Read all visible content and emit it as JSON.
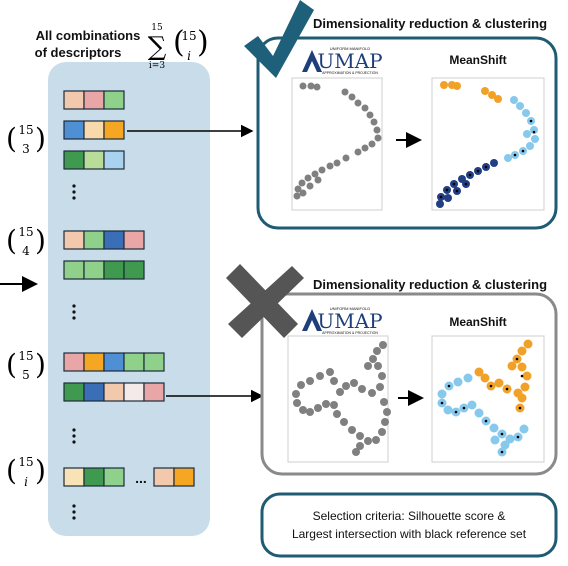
{
  "header": {
    "line1": "All combinations",
    "line2": "of descriptors",
    "sum_upper": "15",
    "sum_lower": "i=3",
    "sum_symbol": "∑",
    "binom_top": "15",
    "binom_bottom": "i"
  },
  "groups": [
    {
      "binom_top": "15",
      "binom_bottom": "3",
      "rows": [
        [
          "#f3c9ad",
          "#e8a6a6",
          "#8fd08b"
        ],
        [
          "#4f8fd3",
          "#f8d9ab",
          "#f5a623"
        ],
        [
          "#3f9a4f",
          "#b9dd99",
          "#a9d2ef"
        ]
      ]
    },
    {
      "binom_top": "15",
      "binom_bottom": "4",
      "rows": [
        [
          "#f3c9ad",
          "#8fd08b",
          "#3a6fb8",
          "#e8a6a6"
        ],
        [
          "#8fd08b",
          "#8fd08b",
          "#3f9a4f",
          "#3f9a4f"
        ]
      ]
    },
    {
      "binom_top": "15",
      "binom_bottom": "5",
      "rows": [
        [
          "#e8a6a6",
          "#f5a623",
          "#4f8fd3",
          "#8fd08b",
          "#8fd08b"
        ],
        [
          "#3f9a4f",
          "#3a6fb8",
          "#f3c9ad",
          "#f4eaea",
          "#e8a6a6"
        ]
      ]
    },
    {
      "binom_top": "15",
      "binom_bottom": "i",
      "rows": [
        [
          "#f8e3b6",
          "#3f9a4f",
          "#8fd08b",
          "#f3c9ad",
          "#f5a623"
        ]
      ]
    }
  ],
  "row_ellipsis": "...",
  "panels": [
    {
      "title": "Dimensionality reduction & clustering",
      "method": "MeanShift",
      "logo_text": "UMAP",
      "logo_top": "UNIFORM MANIFOLD",
      "logo_bottom": "APPROXIMATION & PROJECTION",
      "verdict": "check"
    },
    {
      "title": "Dimensionality reduction & clustering",
      "method": "MeanShift",
      "logo_text": "UMAP",
      "logo_top": "UNIFORM MANIFOLD",
      "logo_bottom": "APPROXIMATION & PROJECTION",
      "verdict": "cross"
    }
  ],
  "selection": {
    "line1": "Selection criteria: Silhouette score &",
    "line2": "Largest intersection with black reference set"
  },
  "colors": {
    "left_panel_bg": "#c9dcea",
    "panel_border_good": "#1f5b72",
    "panel_border_bad": "#8a8a8a",
    "check_color": "#1e607a",
    "cross_color": "#555555",
    "cluster_orange": "#f2a128",
    "cluster_lightblue": "#86c9ec",
    "cluster_darkblue": "#223f84",
    "umap_gray": "#808080"
  }
}
